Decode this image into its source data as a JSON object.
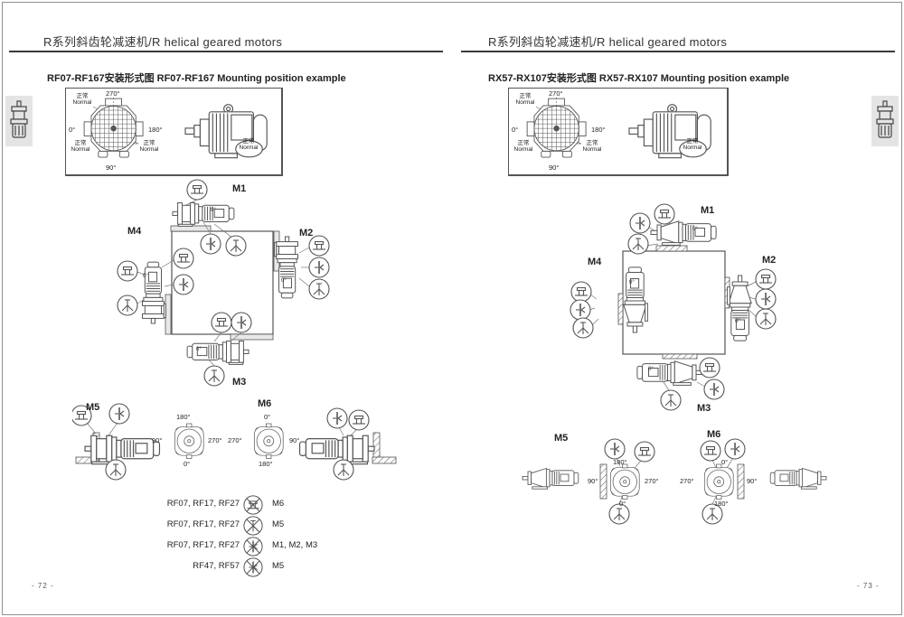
{
  "meta": {
    "line_color": "#555555",
    "text_color": "#2b2b2b",
    "tab_bg": "#e4e4e4"
  },
  "shared": {
    "header": "R系列斜齿轮减速机/R helical geared motors",
    "normal_cn": "正常",
    "normal_en": "Normal",
    "zero_label": "0°",
    "front_angles": {
      "top": "270°",
      "left": "0°",
      "right": "180°",
      "bottom": "90°"
    },
    "m_labels": {
      "m1": "M1",
      "m2": "M2",
      "m3": "M3",
      "m4": "M4",
      "m5": "M5",
      "m6": "M6"
    },
    "m5_angles": {
      "top": "180°",
      "left": "90°",
      "right": "270°",
      "bottom": "0°"
    },
    "m6_angles": {
      "top": "0°",
      "left": "270°",
      "right": "90°",
      "bottom": "180°"
    }
  },
  "left_page": {
    "title": "RF07-RF167安装形式图  RF07-RF167  Mounting position example",
    "page_number": "- 72 -",
    "notes": [
      {
        "models": "RF07, RF17, RF27",
        "positions": "M6"
      },
      {
        "models": "RF07, RF17, RF27",
        "positions": "M5"
      },
      {
        "models": "RF07, RF17, RF27",
        "positions": "M1, M2, M3"
      },
      {
        "models": "RF47, RF57",
        "positions": "M5"
      }
    ]
  },
  "right_page": {
    "title": "RX57-RX107安装形式图  RX57-RX107  Mounting position example",
    "page_number": "- 73 -"
  }
}
